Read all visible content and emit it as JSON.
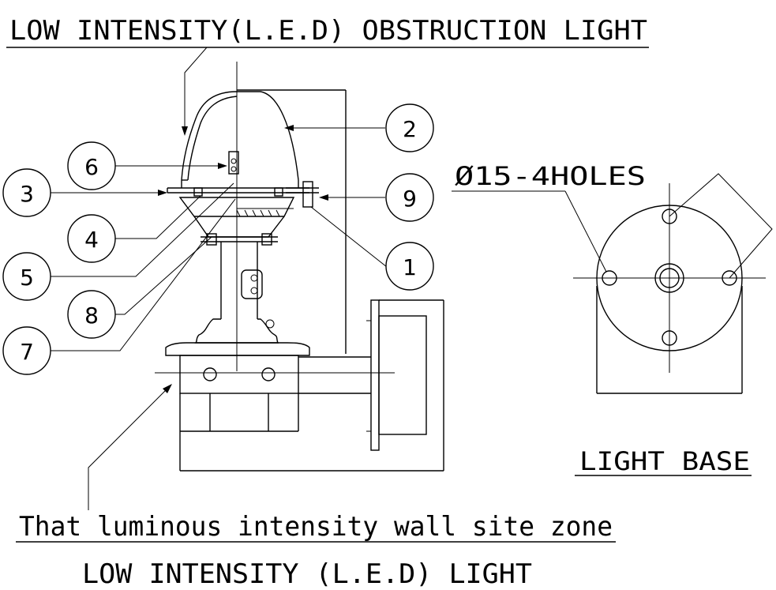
{
  "title": "LOW INTENSITY(L.E.D) OBSTRUCTION LIGHT",
  "hole_note": "Ø15-4HOLES",
  "base_label": "LIGHT BASE",
  "zone_label": "That luminous intensity wall site zone",
  "footer_label": "LOW INTENSITY (L.E.D) LIGHT",
  "balloons": {
    "b1": "1",
    "b2": "2",
    "b3": "3",
    "b4": "4",
    "b5": "5",
    "b6": "6",
    "b7": "7",
    "b8": "8",
    "b9": "9"
  }
}
